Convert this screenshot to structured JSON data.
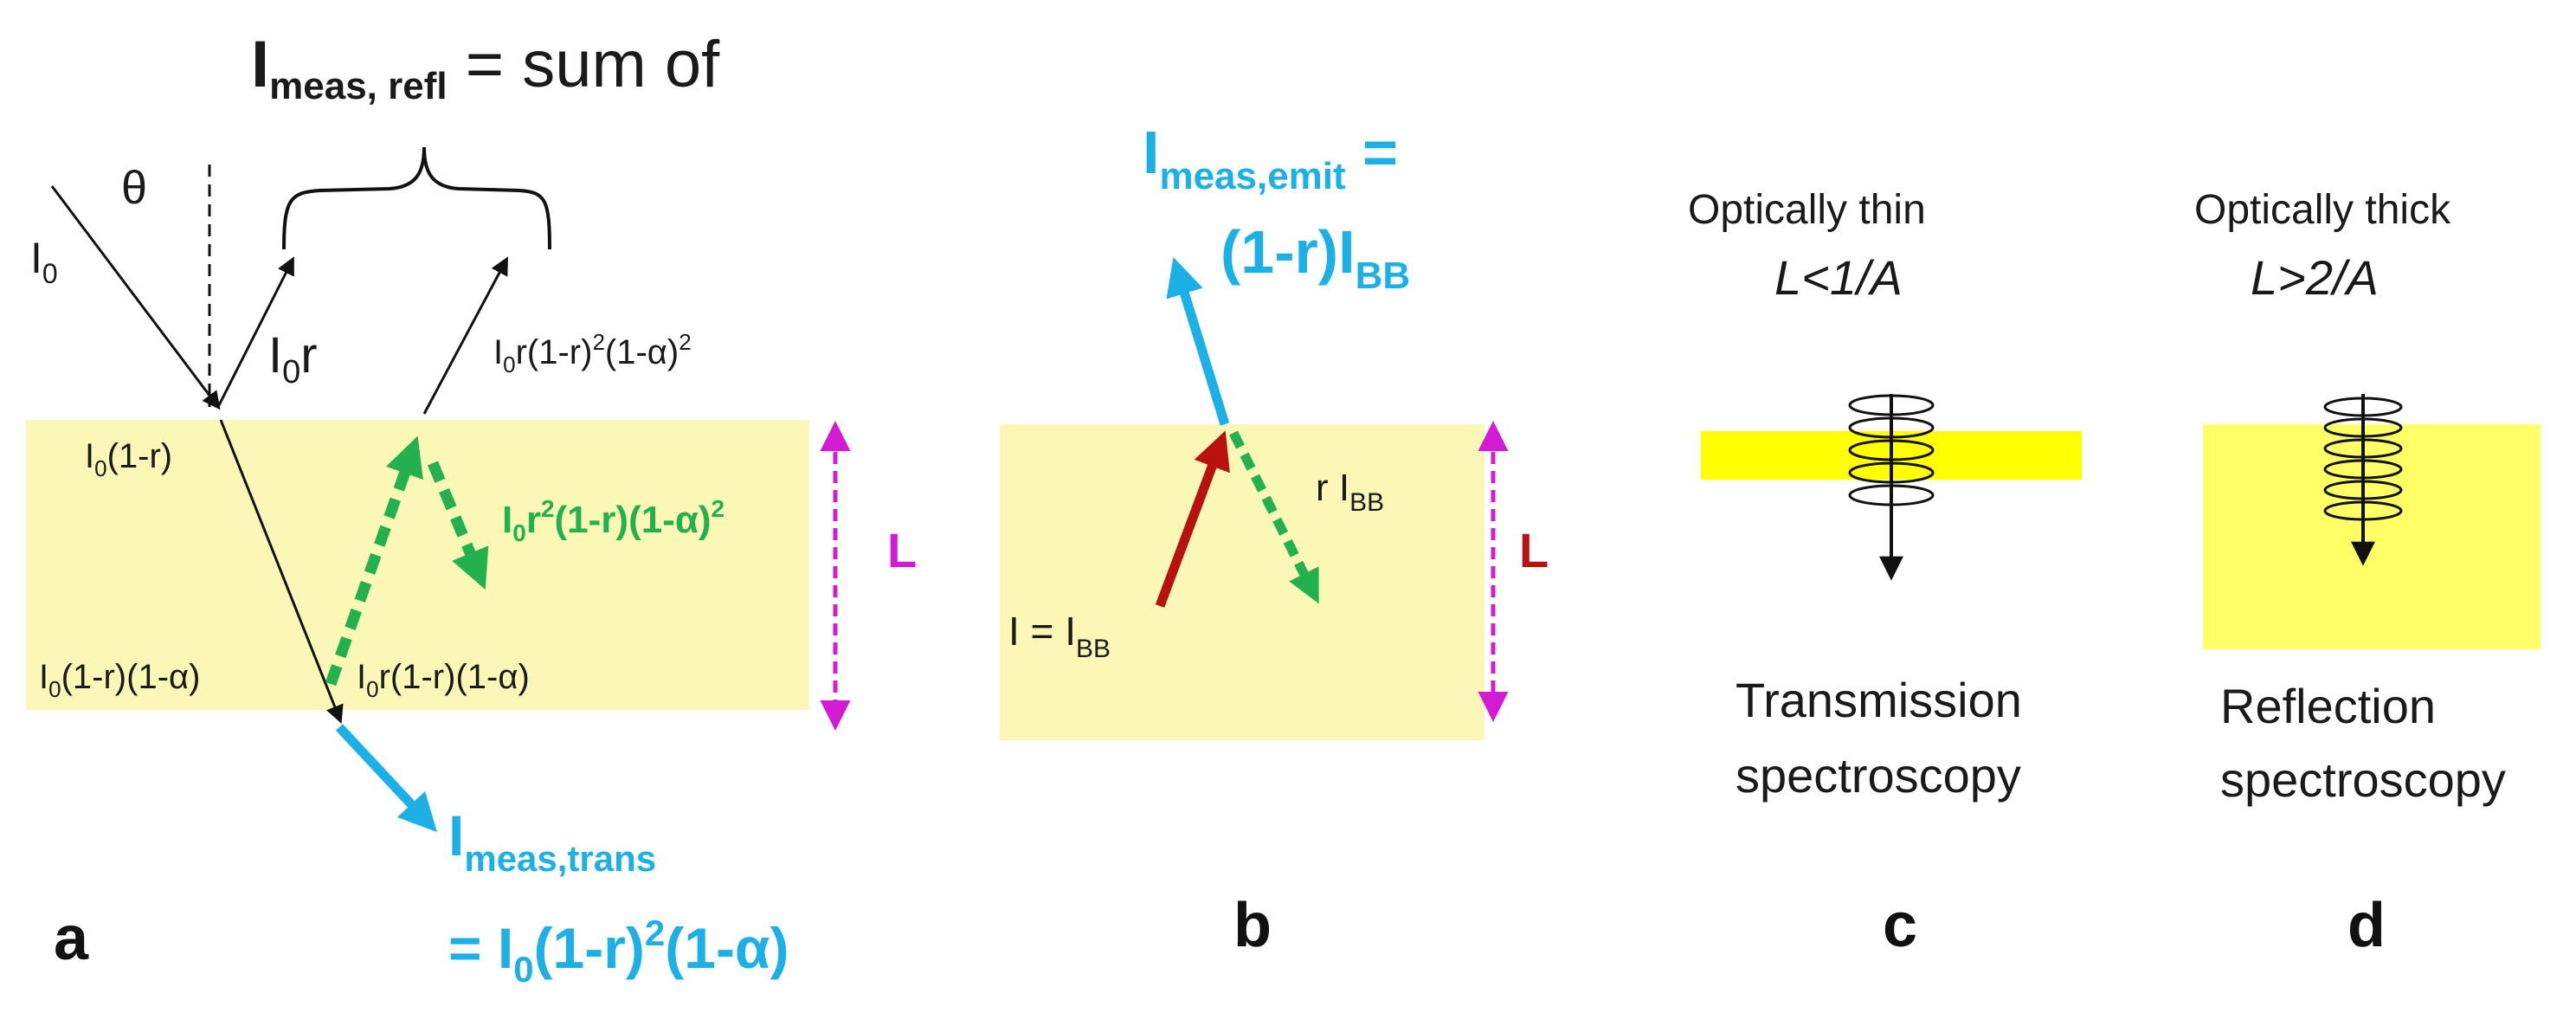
{
  "panels": {
    "a": {
      "letter": "a",
      "refl": {
        "main": "I",
        "sub": "meas, refl",
        "tail": " = sum of"
      },
      "theta": "θ",
      "i0": {
        "main": "I",
        "sub": "0"
      },
      "i0r": {
        "main": "I",
        "sub": "0",
        "tail": "r"
      },
      "refl2": {
        "p1": "I",
        "s1": "0",
        "p2": "r(1-r)",
        "s2": "2",
        "p3": "(1-α)",
        "s3": "2"
      },
      "i0_1r": {
        "p1": "I",
        "s1": "0",
        "p2": "(1-r)"
      },
      "green": {
        "p1": "I",
        "s1": "0",
        "p2": "r",
        "s2": "2",
        "p3": "(1-r)(1-α)",
        "s3": "2"
      },
      "bottom_left": {
        "p1": "I",
        "s1": "0",
        "p2": "(1-r)(1-α)"
      },
      "bottom_mid": {
        "p1": "I",
        "s1": "0",
        "p2": "r(1-r)(1-α)"
      },
      "thickness": "L",
      "trans": {
        "main": "I",
        "sub": "meas,trans",
        "eq": "= I",
        "eqsub": "0",
        "eqtail": "(1-r)",
        "sup": "2",
        "end": "(1-α)"
      }
    },
    "b": {
      "letter": "b",
      "emit_line1": {
        "main": "I",
        "sub": "meas,emit",
        "tail": " ="
      },
      "emit_line2": {
        "main": "(1-r)I",
        "sub": "BB"
      },
      "r_ibb": {
        "main": "r I",
        "sub": "BB"
      },
      "i_ibb": {
        "main": "I = I",
        "sub": "BB"
      },
      "thickness": "L"
    },
    "c": {
      "letter": "c",
      "heading": "Optically thin",
      "condition": "L<1/A",
      "caption1": "Transmission",
      "caption2": "spectroscopy"
    },
    "d": {
      "letter": "d",
      "heading": "Optically thick",
      "condition": "L>2/A",
      "caption1": "Reflection",
      "caption2": "spectroscopy"
    }
  },
  "colors": {
    "slab_light": "#fbf7b6",
    "slab_bright": "#ffff00",
    "blue": "#1cb0e6",
    "green": "#22b14c",
    "magenta": "#d21bd2",
    "red": "#b8120f"
  },
  "icons": [
    "incident-arrow",
    "wave-spiral-icon",
    "dimension-arrow-icon",
    "brace-icon"
  ]
}
